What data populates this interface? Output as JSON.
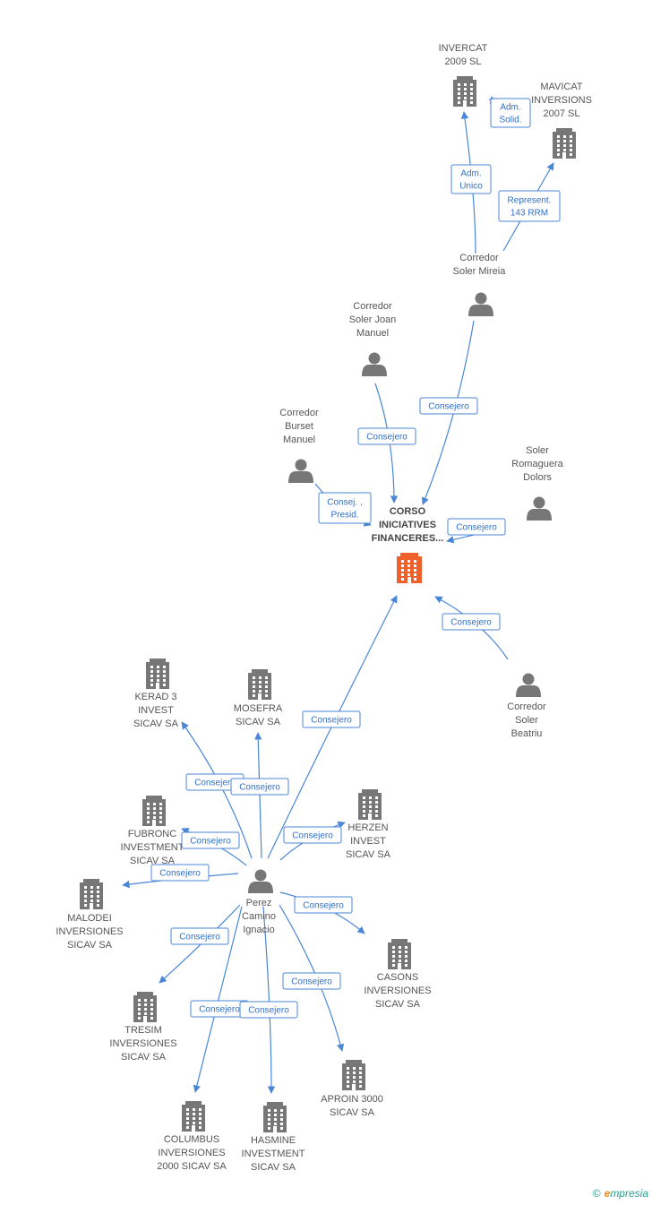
{
  "colors": {
    "edge": "#4a86d6",
    "edge_text": "#2f6fc8",
    "icon": "#777777",
    "center_icon": "#f0602a"
  },
  "nodes": [
    {
      "id": "corso",
      "type": "company",
      "center": true,
      "label": [
        "CORSO",
        "INICIATIVES",
        "FINANCERES..."
      ]
    },
    {
      "id": "invercat",
      "type": "company",
      "label": [
        "INVERCAT",
        "2009 SL"
      ]
    },
    {
      "id": "mavicat",
      "type": "company",
      "label": [
        "MAVICAT",
        "INVERSIONS",
        "2007 SL"
      ]
    },
    {
      "id": "mireia",
      "type": "person",
      "label": [
        "Corredor",
        "Soler Mireia"
      ]
    },
    {
      "id": "joan",
      "type": "person",
      "label": [
        "Corredor",
        "Soler Joan",
        "Manuel"
      ]
    },
    {
      "id": "burset",
      "type": "person",
      "label": [
        "Corredor",
        "Burset",
        "Manuel"
      ]
    },
    {
      "id": "dolors",
      "type": "person",
      "label": [
        "Soler",
        "Romaguera",
        "Dolors"
      ]
    },
    {
      "id": "beatriu",
      "type": "person",
      "label": [
        "Corredor",
        "Soler",
        "Beatriu"
      ]
    },
    {
      "id": "perez",
      "type": "person",
      "label": [
        "Perez",
        "Camino",
        "Ignacio"
      ]
    },
    {
      "id": "kerad",
      "type": "company",
      "label": [
        "KERAD 3",
        "INVEST",
        "SICAV SA"
      ]
    },
    {
      "id": "mosefra",
      "type": "company",
      "label": [
        "MOSEFRA",
        "SICAV SA"
      ]
    },
    {
      "id": "fubronc",
      "type": "company",
      "label": [
        "FUBRONC",
        "INVESTMENT",
        "SICAV SA"
      ]
    },
    {
      "id": "herzen",
      "type": "company",
      "label": [
        "HERZEN",
        "INVEST",
        "SICAV SA"
      ]
    },
    {
      "id": "malodei",
      "type": "company",
      "label": [
        "MALODEI",
        "INVERSIONES",
        "SICAV SA"
      ]
    },
    {
      "id": "casons",
      "type": "company",
      "label": [
        "CASONS",
        "INVERSIONES",
        "SICAV SA"
      ]
    },
    {
      "id": "tresim",
      "type": "company",
      "label": [
        "TRESIM",
        "INVERSIONES",
        "SICAV SA"
      ]
    },
    {
      "id": "aproin",
      "type": "company",
      "label": [
        "APROIN 3000",
        "SICAV SA"
      ]
    },
    {
      "id": "columbus",
      "type": "company",
      "label": [
        "COLUMBUS",
        "INVERSIONES",
        "2000 SICAV SA"
      ]
    },
    {
      "id": "hasmine",
      "type": "company",
      "label": [
        "HASMINE",
        "INVESTMENT",
        "SICAV SA"
      ]
    }
  ],
  "edges": [
    {
      "from": "mireia",
      "to": "invercat",
      "label": [
        "Adm.",
        "Unico"
      ]
    },
    {
      "from": "invercat",
      "to": "mavicat",
      "label": [
        "Adm.",
        "Solid."
      ]
    },
    {
      "from": "mireia",
      "to": "mavicat",
      "label": [
        "Represent.",
        "143 RRM"
      ]
    },
    {
      "from": "mireia",
      "to": "corso",
      "label": [
        "Consejero"
      ]
    },
    {
      "from": "joan",
      "to": "corso",
      "label": [
        "Consejero"
      ]
    },
    {
      "from": "burset",
      "to": "corso",
      "label": [
        "Consej. ,",
        "Presid."
      ]
    },
    {
      "from": "dolors",
      "to": "corso",
      "label": [
        "Consejero"
      ]
    },
    {
      "from": "beatriu",
      "to": "corso",
      "label": [
        "Consejero"
      ]
    },
    {
      "from": "perez",
      "to": "corso",
      "label": [
        "Consejero"
      ]
    },
    {
      "from": "perez",
      "to": "kerad",
      "label": [
        "Consejero"
      ]
    },
    {
      "from": "perez",
      "to": "mosefra",
      "label": [
        "Consejero"
      ]
    },
    {
      "from": "perez",
      "to": "fubronc",
      "label": [
        "Consejero"
      ]
    },
    {
      "from": "perez",
      "to": "herzen",
      "label": [
        "Consejero"
      ]
    },
    {
      "from": "perez",
      "to": "malodei",
      "label": [
        "Consejero"
      ]
    },
    {
      "from": "perez",
      "to": "casons",
      "label": [
        "Consejero"
      ]
    },
    {
      "from": "perez",
      "to": "tresim",
      "label": [
        "Consejero"
      ]
    },
    {
      "from": "perez",
      "to": "aproin",
      "label": [
        "Consejero"
      ]
    },
    {
      "from": "perez",
      "to": "columbus",
      "label": [
        "Consejero"
      ]
    },
    {
      "from": "perez",
      "to": "hasmine",
      "label": [
        "Consejero"
      ]
    }
  ],
  "footer": {
    "copyright": "©",
    "brand_initial": "e",
    "brand_rest": "mpresia"
  }
}
